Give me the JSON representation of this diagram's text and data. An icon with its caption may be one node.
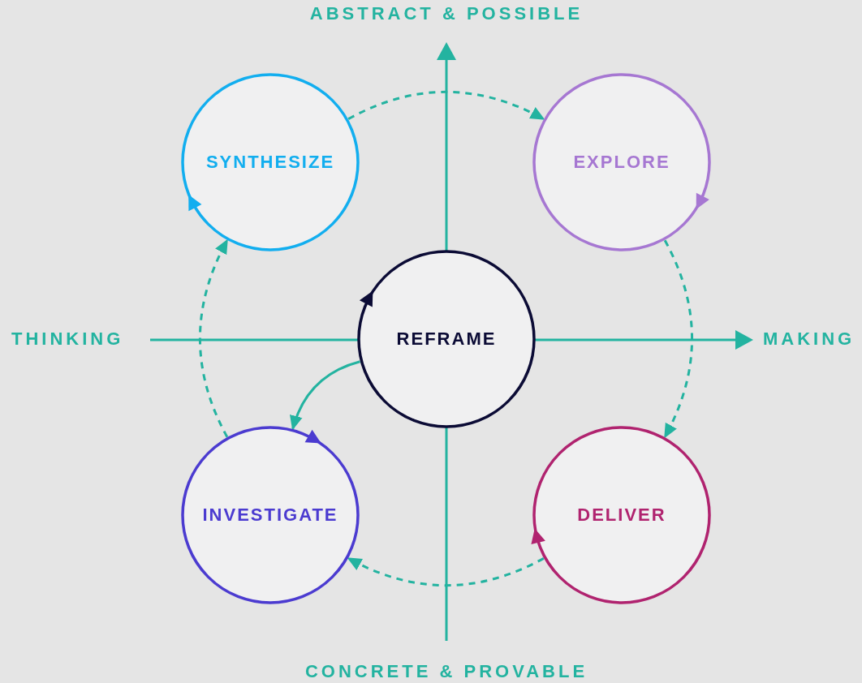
{
  "diagram": {
    "nodes": [
      {
        "text": [
          "SYNTHESIZE"
        ]
      },
      {
        "text": [
          "EXPLORE"
        ]
      },
      {
        "text": [
          "REFRAME"
        ]
      },
      {
        "text": [
          "INVESTIGATE"
        ]
      },
      {
        "text": [
          "DELIVER"
        ]
      }
    ],
    "edges": [
      {
        "from": 0,
        "to": 1,
        "arrow": "to",
        "style": "dashed"
      },
      {
        "from": 1,
        "to": 4,
        "arrow": "to",
        "style": "dashed"
      },
      {
        "from": 4,
        "to": 3,
        "arrow": "to",
        "style": "dashed"
      },
      {
        "from": 3,
        "to": 0,
        "arrow": "to",
        "style": "dashed"
      },
      {
        "from": 2,
        "to": 3,
        "arrow": "to"
      }
    ],
    "labels": [
      "ABSTRACT & POSSIBLE",
      "THINKING",
      "MAKING",
      "CONCRETE & PROVABLE"
    ]
  }
}
